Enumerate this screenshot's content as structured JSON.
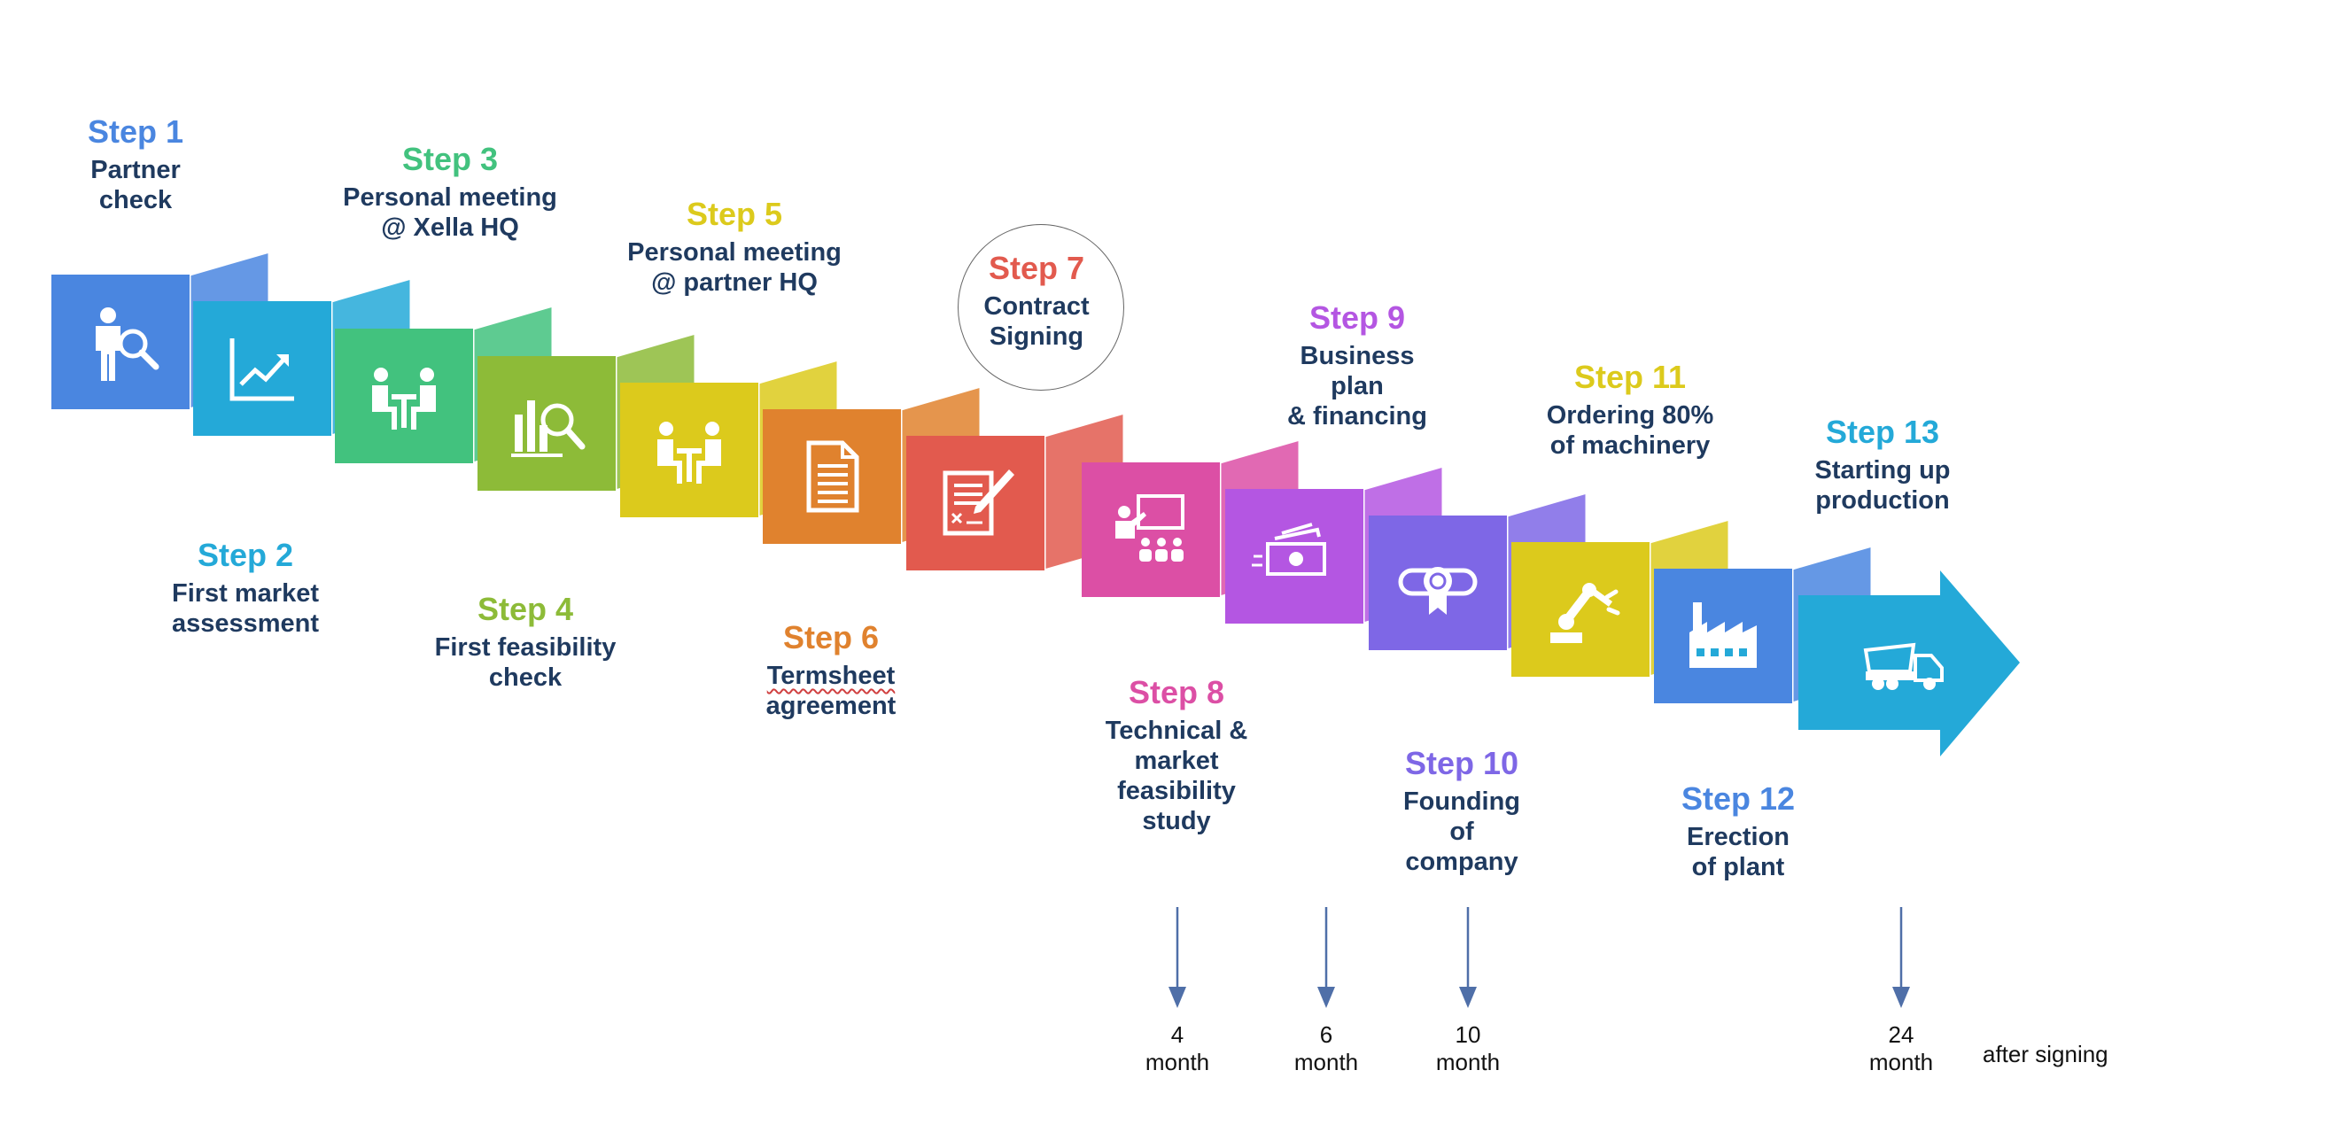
{
  "colors": {
    "step_1": "#4a86e0",
    "step_2": "#24a9d8",
    "step_3": "#42c27e",
    "step_4": "#8dbb38",
    "step_5": "#dcca1c",
    "step_6": "#e0822e",
    "step_7": "#e25a4e",
    "step_8": "#dc4fa5",
    "step_9": "#b456e2",
    "step_10": "#7e67e6",
    "step_11": "#dcca1c",
    "step_12": "#4a86e0",
    "step_13": "#24a9d8",
    "description_text": "#1f3a5f",
    "arrow": "#4f6fa8"
  },
  "steps": [
    {
      "title": "Step 1",
      "lines": [
        "Partner",
        "check"
      ],
      "icon": "person-magnifier-icon"
    },
    {
      "title": "Step 2",
      "lines": [
        "First market",
        "assessment"
      ],
      "icon": "trend-chart-icon"
    },
    {
      "title": "Step 3",
      "lines": [
        "Personal meeting",
        "@ Xella HQ"
      ],
      "icon": "meeting-icon"
    },
    {
      "title": "Step 4",
      "lines": [
        "First feasibility",
        "check"
      ],
      "icon": "chart-magnifier-icon"
    },
    {
      "title": "Step 5",
      "lines": [
        "Personal meeting",
        "@ partner HQ"
      ],
      "icon": "meeting-icon"
    },
    {
      "title": "Step 6",
      "lines": [
        "Termsheet",
        "agreement"
      ],
      "icon": "document-icon"
    },
    {
      "title": "Step 7",
      "lines": [
        "Contract",
        "Signing"
      ],
      "icon": "contract-signing-icon"
    },
    {
      "title": "Step 8",
      "lines": [
        "Technical &",
        "market",
        "feasibility",
        "study"
      ],
      "icon": "presentation-icon"
    },
    {
      "title": "Step 9",
      "lines": [
        "Business",
        "plan",
        "& financing"
      ],
      "icon": "money-icon"
    },
    {
      "title": "Step 10",
      "lines": [
        "Founding",
        "of",
        "company"
      ],
      "icon": "certificate-icon"
    },
    {
      "title": "Step 11",
      "lines": [
        "Ordering 80%",
        "of machinery"
      ],
      "icon": "robot-arm-icon"
    },
    {
      "title": "Step 12",
      "lines": [
        "Erection",
        "of plant"
      ],
      "icon": "factory-icon"
    },
    {
      "title": "Step 13",
      "lines": [
        "Starting up",
        "production"
      ],
      "icon": "truck-icon"
    }
  ],
  "timeline": [
    {
      "value": "4",
      "unit": "month"
    },
    {
      "value": "6",
      "unit": "month"
    },
    {
      "value": "10",
      "unit": "month"
    },
    {
      "value": "24",
      "unit": "month"
    }
  ],
  "timeline_suffix": "after signing"
}
